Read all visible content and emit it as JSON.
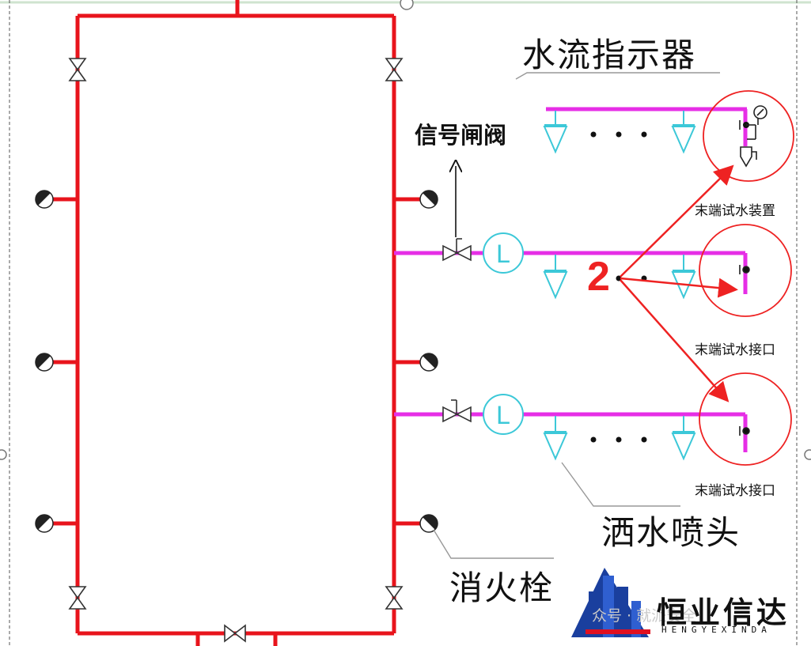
{
  "diagram": {
    "labels": {
      "flow_indicator": "水流指示器",
      "signal_valve": "信号闸阀",
      "end_test_device": "末端试水装置",
      "end_test_port_1": "末端试水接口",
      "end_test_port_2": "末端试水接口",
      "sprinkler_head": "洒水喷头",
      "fire_hydrant": "消火栓",
      "marker_number": "2",
      "flow_meter_symbol": "L"
    },
    "colors": {
      "hydrant_pipe": "#e8141c",
      "sprinkler_pipe": "#e62ee6",
      "sprinkler_symbol": "#3cc8d8",
      "annotation": "#ee2222",
      "leader_line": "#999999"
    }
  },
  "watermark": {
    "brand_cn": "恒业信达",
    "brand_en": "HENGYEXINDA",
    "wechat_text": "众号 · 就派安全"
  }
}
